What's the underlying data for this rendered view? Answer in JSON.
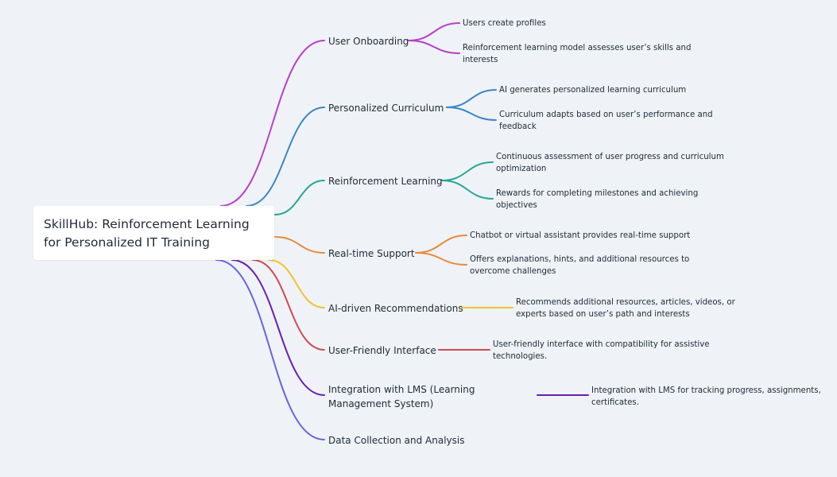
{
  "root": {
    "title": "SkillHub: Reinforcement Learning for Personalized IT Training"
  },
  "branches": [
    {
      "label": "User Onboarding",
      "color": "#b83fcb",
      "children": [
        "Users create profiles",
        "Reinforcement learning model assesses user’s skills and interests"
      ]
    },
    {
      "label": "Personalized Curriculum",
      "color": "#3a86c8",
      "children": [
        "AI generates personalized learning curriculum",
        "Curriculum adapts based on user’s performance and feedback"
      ]
    },
    {
      "label": "Reinforcement Learning",
      "color": "#26a69a",
      "children": [
        "Continuous assessment of user progress and curriculum optimization",
        "Rewards for completing milestones and achieving objectives"
      ]
    },
    {
      "label": "Real-time Support",
      "color": "#e68a3c",
      "children": [
        "Chatbot or virtual assistant provides real-time support",
        "Offers explanations, hints, and additional resources to overcome challenges"
      ]
    },
    {
      "label": "AI-driven Recommendations",
      "color": "#f2c232",
      "children": [
        "Recommends additional resources, articles, videos, or experts based on user’s path and interests"
      ]
    },
    {
      "label": "User-Friendly Interface",
      "color": "#cc4a55",
      "children": [
        "User-friendly interface with compatibility for assistive technologies."
      ]
    },
    {
      "label": "Integration with LMS (Learning Management System)",
      "color": "#6a1eae",
      "children": [
        "Integration with LMS for tracking progress, assignments, certificates."
      ]
    },
    {
      "label": "Data Collection and Analysis",
      "color": "#6b63dc",
      "children": []
    }
  ]
}
